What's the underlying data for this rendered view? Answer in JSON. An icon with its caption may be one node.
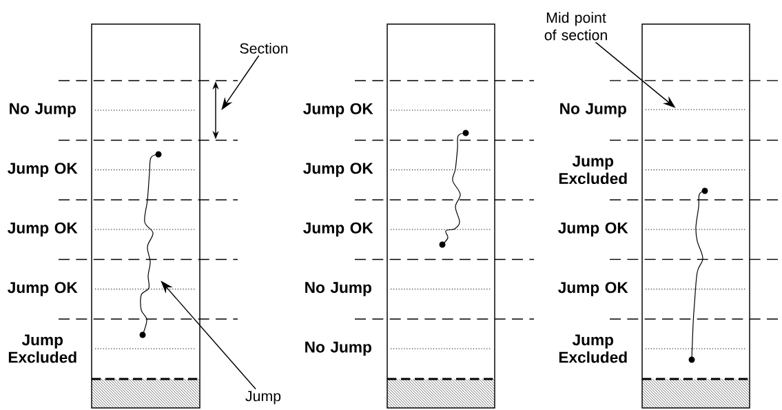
{
  "diagram": {
    "nodes": [
      {
        "text": [
          "Section"
        ]
      },
      {
        "text": [],
        "shape": "line"
      },
      {
        "text": [
          "Jump"
        ]
      },
      {
        "text": [],
        "shape": "line"
      },
      {
        "text": [
          "Mid point of section"
        ]
      },
      {
        "text": [],
        "shape": "line"
      }
    ],
    "edges": [
      {
        "from": 0,
        "to": 1,
        "arrow": "to"
      },
      {
        "from": 2,
        "to": 3,
        "arrow": "to"
      },
      {
        "from": 4,
        "to": 5,
        "arrow": "to"
      }
    ],
    "labels": [
      "No Jump",
      "Jump OK",
      "Jump OK",
      "Jump OK",
      "Jump Excluded",
      "Jump OK",
      "Jump OK",
      "Jump OK",
      "No Jump",
      "No Jump",
      "No Jump",
      "Jump Excluded",
      "Jump OK",
      "Jump OK",
      "Jump Excluded"
    ]
  }
}
